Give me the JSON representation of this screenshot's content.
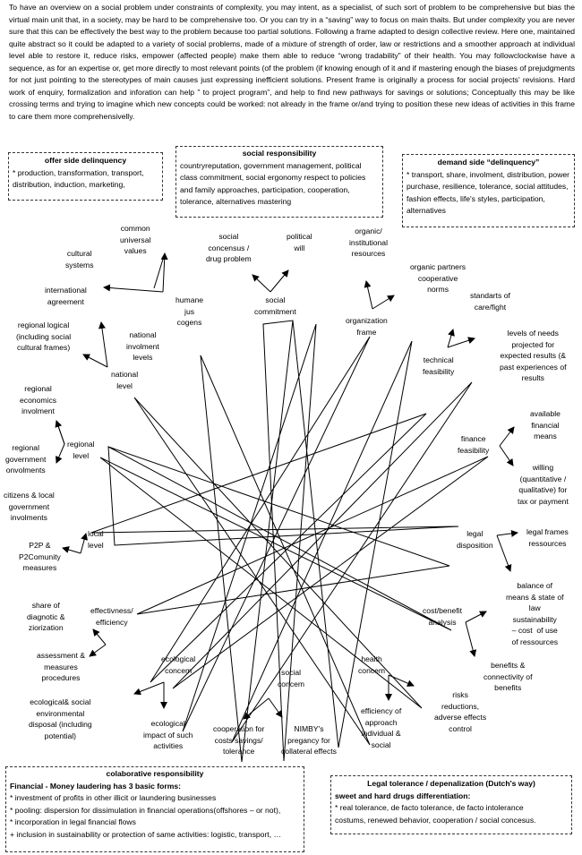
{
  "intro": "To have an overview on a social problem under constraints of complexity, you may intent, as a specialist, of such sort of problem to be comprehensive but bias the virtual main unit that, in a society, may be hard to be comprehensive too. Or you can try in a “saving” way to focus on main thaits. But under complexity you are never sure that this can be effectively the best way to the problem because too partial solutions. Following a frame adapted to design collective review. Here one, maintained quite abstract so it could be adapted to a variety of social problems, made of a mixture of strength of order, law or restrictions and a smoother approach at individual level able to restore it, reduce risks, empower (affected people) make them able to reduce “wrong tradability” of their health. You may followclockwise have a sequence, as for an expertise or, get more directly to most relevant points (of the problem (if knowing enough of it and if mastering enough the biases of prejudgments for not just pointing to the stereotypes of main causes just expressing inefficient solutions. Present frame is originally a process for social projects' revisions. Hard work of enquiry, formalization and inforation can help ” to project program”, and help to find new pathways for savings or solutions; Conceptually this may be like crossing terms and trying to imagine which new concepts could be worked: not already in the frame or/and trying to position these new ideas of activities in this frame to care them more comprehensivelly.",
  "boxes": {
    "offer": {
      "title": "offer side delinquency",
      "body": "* production, transformation, transport, distribution, induction, marketing,"
    },
    "social": {
      "title": "social responsibility",
      "body": "countryreputation, government management, political class commitment, social ergonomy respect to policies and family approaches, participation, cooperation, tolerance, alternatives mastering"
    },
    "demand": {
      "title": "demand side “delinquency”",
      "body": "* transport, share, involment, distribution, power purchase, resilience, tolerance, social attitudes, fashion effects, life's styles, participation, alternatives"
    },
    "collab": {
      "title": "colaborative responsibility",
      "subtitle": "Financial - Money laudering has 3 basic forms:",
      "lines": [
        "* investment of profits in other illicit or laundering businesses",
        "* pooling: dispersion for dissimulation in financial operations(offshores – or not),",
        "* incorporation in legal financial flows",
        "+ inclusion in sustainability or protection of same activities: logistic, transport, …"
      ]
    },
    "legal": {
      "title": "Legal tolerance / depenalization (Dutch's way)",
      "subtitle": "sweet and hard drugs differentiation:",
      "lines": [
        "* real tolerance, de facto tolerance, de facto intolerance",
        "costums, renewed behavior, cooperation / social concesus."
      ]
    }
  },
  "labels": {
    "social_commitment": "social\ncommitment",
    "social_concensus": "social\nconcensus /\ndrug problem",
    "political_will": "political\nwill",
    "humane_jus": "humane\njus\ncogens",
    "common_universal": "common\nuniversal\nvalues",
    "cultural_systems": "cultural\nsystems",
    "international_agreement": "international\nagreement",
    "regional_logical": "regional logical\n(including social\ncultural frames)",
    "national_involment": "national\ninvolment\nlevels",
    "national_level": "national\nlevel",
    "regional_economics": "regional\neconomics\ninvolment",
    "regional_level": "regional\nlevel",
    "regional_government": "regional\ngovernment\nonvolments",
    "citizens_local": "citizens & local\ngovernment\ninvolments",
    "local_level": "local\nlevel",
    "p2p": "P2P &\nP2Comunity\nmeasures",
    "share_diagnotic": "share of\ndiagnotic &\nziorization",
    "effectivness": "effectivness/\nefficiency",
    "assessment": "assessment &\nmeasures\nprocedures",
    "ecological_concern": "ecological\nconcem",
    "ecological_social": "ecological& social\nenvironmental\ndisposal (including\npotential)",
    "ecological_impact": "ecological\nimpact of such\nactivities",
    "social_concern": "social\nconcem",
    "cooperation_costs": "cooperation for\ncosts savings/\ntolerance",
    "nimby": "NIMBY's\npregancy for\ncollateral effects",
    "health_concern": "health\nconcem",
    "efficiency_approach": "efficiency of\napproach\nindividual &\nsocial",
    "risks_reductions": "risks\nreductions,\nadverse effects\ncontrol",
    "cost_benefit": "cost/benefit\nanalysis",
    "benefits_connectivity": "benefits &\nconnectivity of\nbenefits",
    "balance_means": "balance of\nmeans & state of\nlaw\nsustainability\n– cost  of use\nof ressources",
    "legal_disposition": "legal\ndisposition",
    "legal_frames": "legal frames\nressources",
    "finance_feasibility": "finance\nfeasibility",
    "available_financial": "available\nfinancial\nmeans",
    "willing": "willing\n(quantitative /\nqualitative) for\ntax or payment",
    "technical_feasibility": "technical\nfeasibility",
    "levels_needs": "levels of needs\nprojected for\nexpected results (&\npast experiences of\nresults",
    "organization_frame": "organization\nframe",
    "standarts_care": "standarts of\ncare/fight",
    "organic_partners": "organic partners\ncooperative\nnorms",
    "organic_institutional": "organic/\ninstitutional\nresources"
  }
}
